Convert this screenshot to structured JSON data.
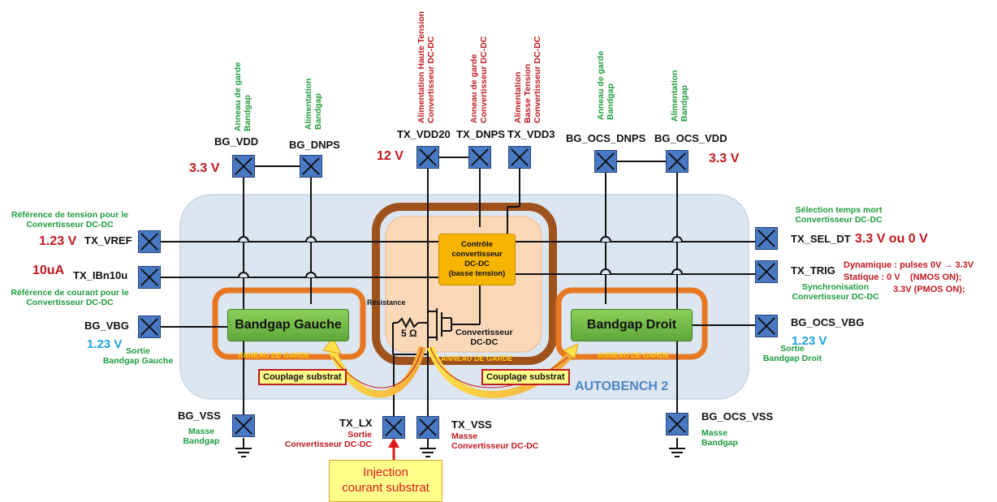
{
  "colors": {
    "pad": "#4a79c4",
    "bench": "#dce6f0",
    "ring": "#e87722",
    "dcdc_ring": "#a0521d",
    "dcdc_fill": "#fbd8b8",
    "bandgap": "#7ec04a",
    "control": "#f7b400",
    "green_text": "#1e9b3c",
    "red_text": "#c0181f",
    "blue_text": "#1aa3e0"
  },
  "bench_label": "AUTOBENCH 2",
  "blocks": {
    "bandgap_left": "Bandgap Gauche",
    "bandgap_right": "Bandgap Droit",
    "control_lines": [
      "Contrôle",
      "convertisseur",
      "DC-DC",
      "(basse tension)"
    ],
    "converter_lines": [
      "Convertisseur",
      "DC-DC"
    ],
    "resistance": "Résistance",
    "ohm": "5 Ω",
    "guard_ring": "ANNEAU DE GARDE",
    "coupling": "Couplage substrat",
    "injection_lines": [
      "Injection",
      "courant substrat"
    ]
  },
  "pads": {
    "bg_vdd": "BG_VDD",
    "bg_dnps": "BG_DNPS",
    "tx_vdd20": "TX_VDD20",
    "tx_dnps": "TX_DNPS",
    "tx_vdd3": "TX_VDD3",
    "bg_ocs_dnps": "BG_OCS_DNPS",
    "bg_ocs_vdd": "BG_OCS_VDD",
    "tx_vref": "TX_VREF",
    "tx_ibn10u": "TX_IBn10u",
    "bg_vbg": "BG_VBG",
    "tx_sel_dt": "TX_SEL_DT",
    "tx_trig": "TX_TRIG",
    "bg_ocs_vbg": "BG_OCS_VBG",
    "bg_vss": "BG_VSS",
    "tx_lx": "TX_LX",
    "tx_vss": "TX_VSS",
    "bg_ocs_vss": "BG_OCS_VSS"
  },
  "voltages": {
    "v33_left": "3.3 V",
    "v12": "12 V",
    "v33_right": "3.3 V",
    "v123_left": "1.23 V",
    "i10ua": "10uA",
    "v123_vbg": "1.23 V",
    "sel_dt": "3.3 V ou 0 V",
    "v123_right": "1.23 V"
  },
  "top_labels": {
    "anneau_left": [
      "Anneau de garde",
      "Bandgap"
    ],
    "alim_left": [
      "Alimentation",
      "Bandgap"
    ],
    "alim_ht": [
      "Alimentation Haute Tension",
      "Convertisseur DC-DC"
    ],
    "anneau_dcdc": [
      "Anneau de garde",
      "Convertisseur DC-DC"
    ],
    "alim_bt": [
      "Alimentation",
      "Basse Tension",
      "Convertisseur DC-DC"
    ],
    "anneau_right": [
      "Anneau de garde",
      "Bandgap"
    ],
    "alim_right": [
      "Alimentation",
      "Bandgap"
    ]
  },
  "side_labels": {
    "ref_tension": [
      "Référence de tension pour le",
      "Convertisseur DC-DC"
    ],
    "ref_courant": [
      "Référence de courant pour le",
      "Convertisseur DC-DC"
    ],
    "sortie_gauche": [
      "Sortie",
      "Bandgap Gauche"
    ],
    "sel_temps": [
      "Sélection temps mort",
      "Convertisseur DC-DC"
    ],
    "synchro": [
      "Synchronisation",
      "Convertisseur DC-DC"
    ],
    "dyn": "Dynamique : pulses 0V → 3.3V",
    "stat": "Statique : 0 V    (NMOS ON);",
    "stat2": "3.3V (PMOS ON);",
    "sortie_droit": [
      "Sortie",
      "Bandgap Droit"
    ],
    "masse_bg_left": [
      "Masse",
      "Bandgap"
    ],
    "sortie_lx": [
      "Sortie",
      "Convertisseur DC-DC"
    ],
    "masse_dcdc": [
      "Masse",
      "Convertisseur DC-DC"
    ],
    "masse_bg_right": [
      "Masse",
      "Bandgap"
    ]
  }
}
